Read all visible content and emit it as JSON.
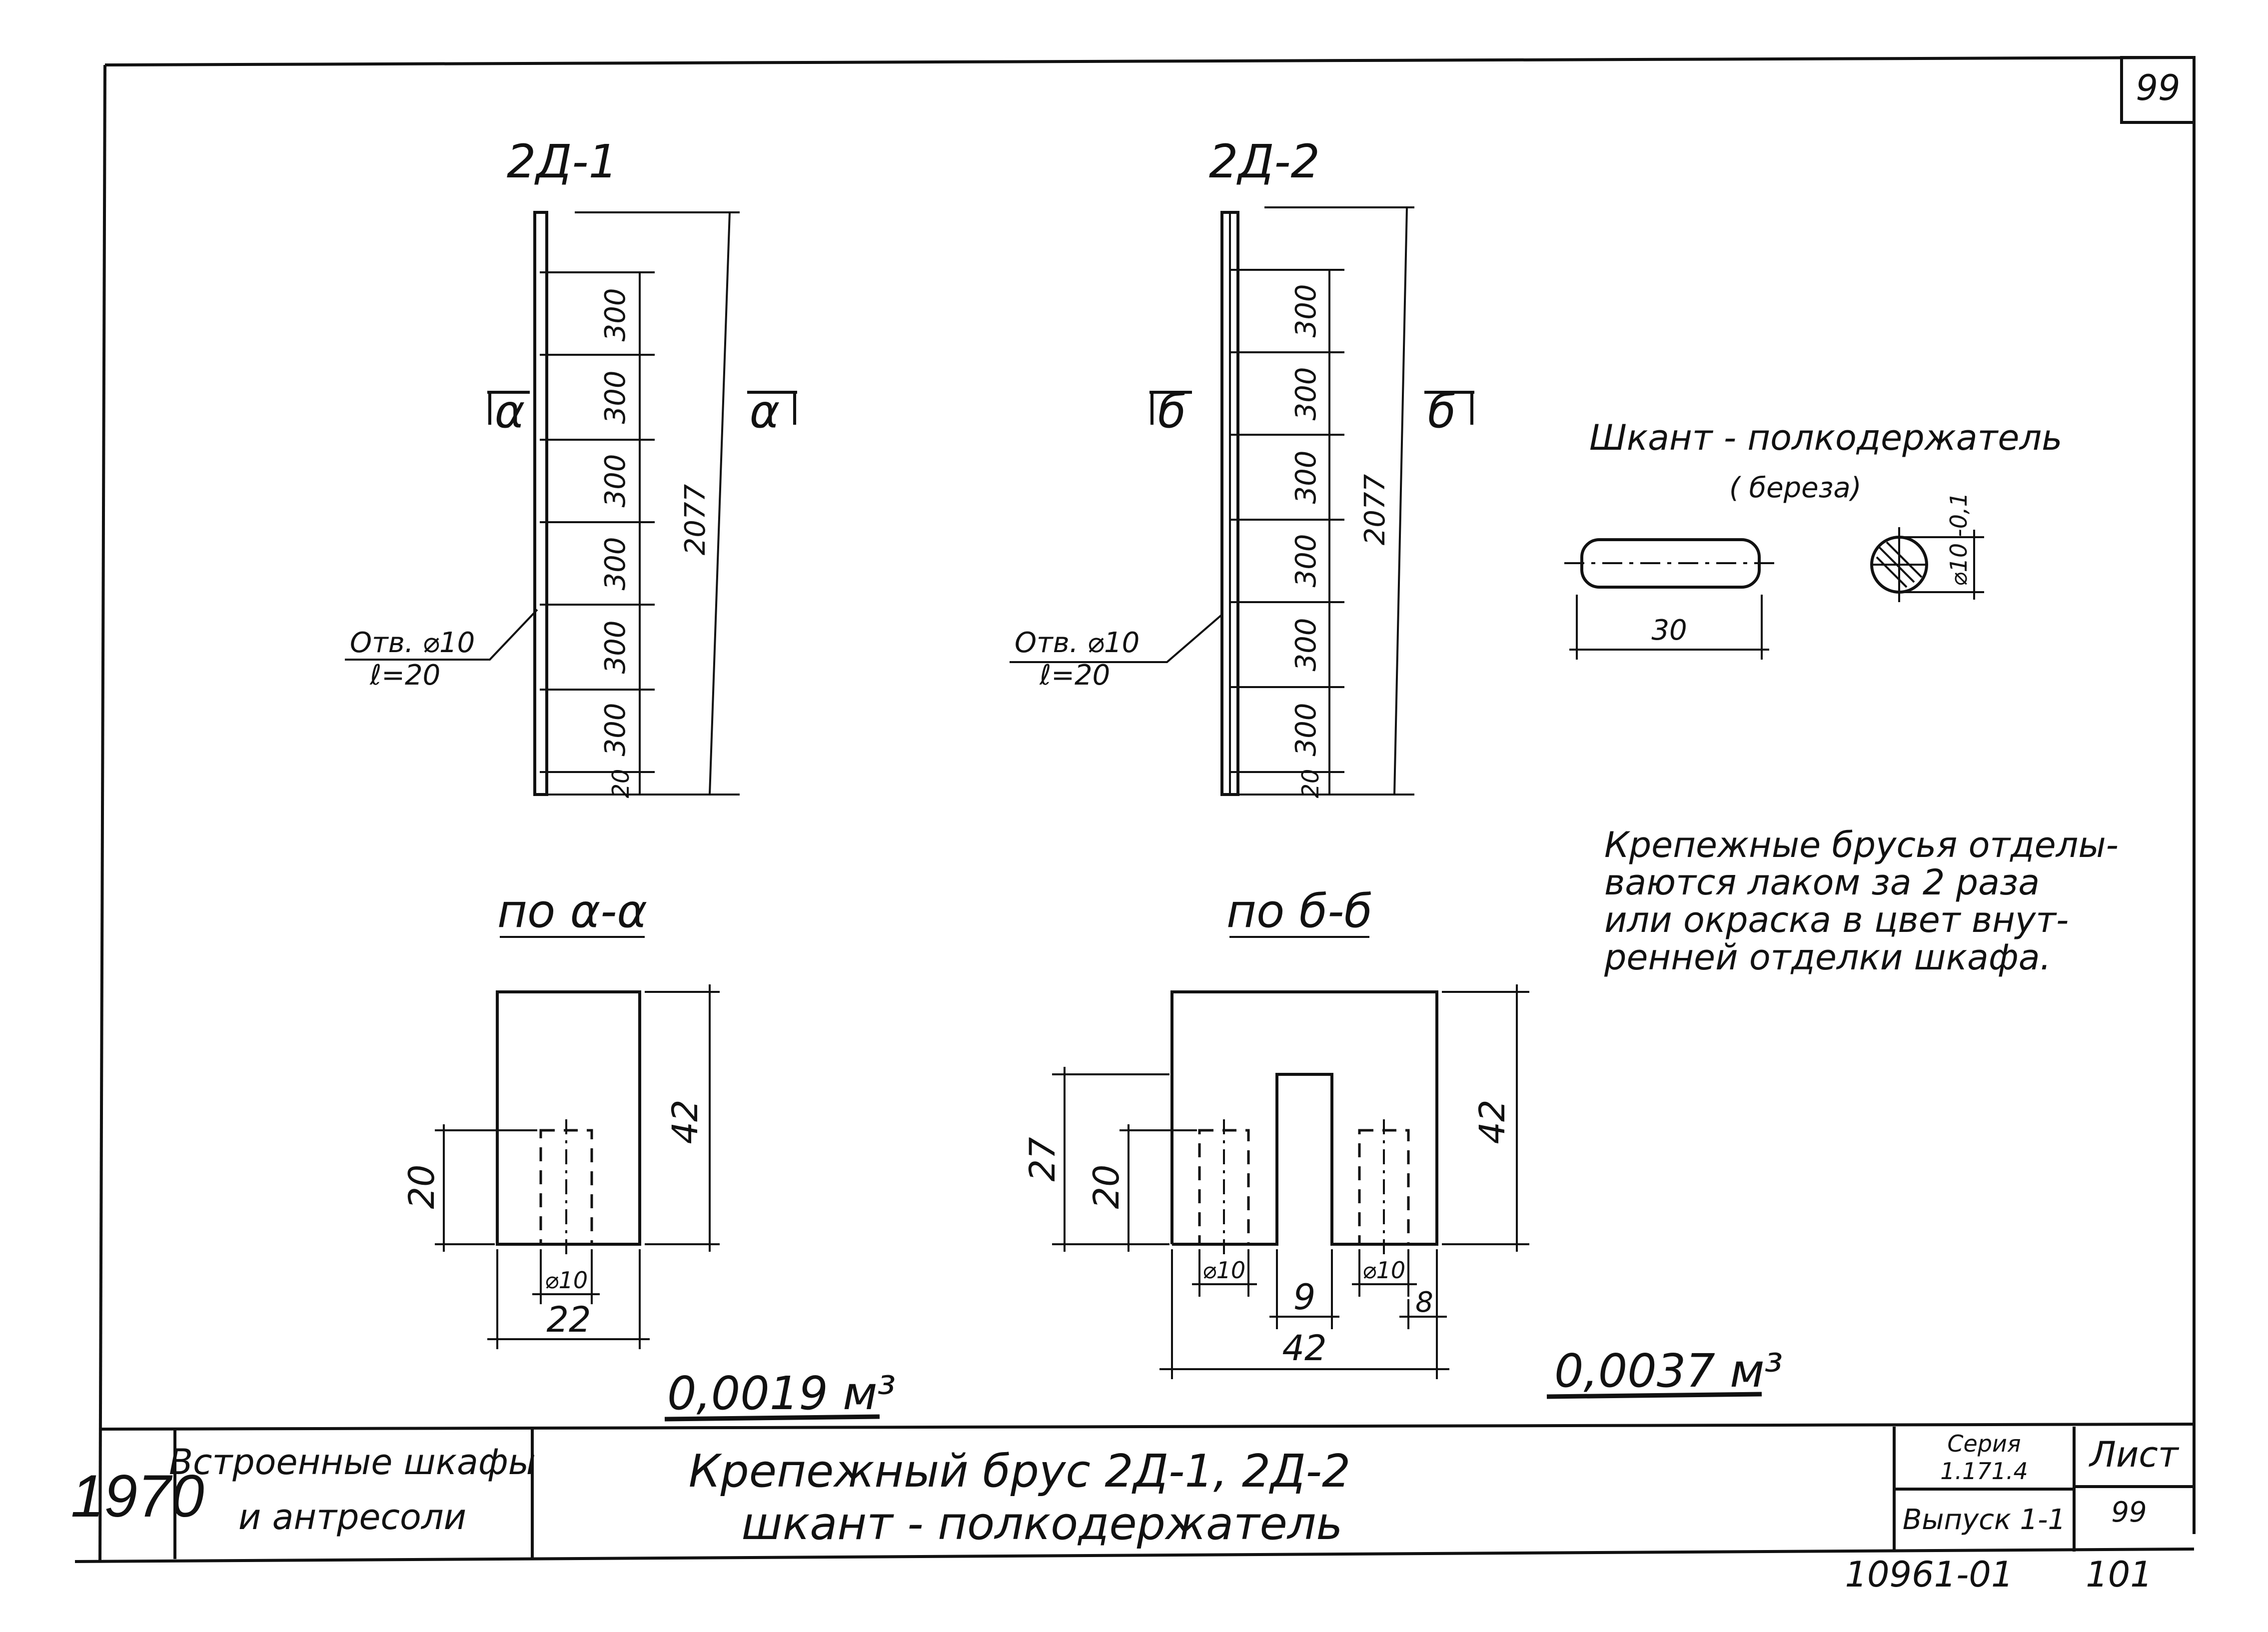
{
  "page_number": "99",
  "part1": {
    "label": "2Д-1",
    "section_mark": "α",
    "total_length": "2077",
    "pitches": [
      "300",
      "300",
      "300",
      "300",
      "300",
      "300"
    ],
    "end_dim": "20",
    "hole_note_line1": "Отв. ⌀10",
    "hole_note_line2": "ℓ=20"
  },
  "part2": {
    "label": "2Д-2",
    "section_mark": "б",
    "total_length": "2077",
    "pitches": [
      "300",
      "300",
      "300",
      "300",
      "300",
      "300"
    ],
    "end_dim": "20",
    "hole_note_line1": "Отв. ⌀10",
    "hole_note_line2": "ℓ=20"
  },
  "dowel": {
    "title": "Шкант - полкодержатель",
    "material": "( береза)",
    "length": "30",
    "diameter": "⌀10",
    "tolerance": "-0,1"
  },
  "note": {
    "lines": [
      "Крепежные брусья отделы-",
      "ваются лаком за 2 раза",
      "или окраска в цвет внут-",
      "ренней отделки шкафа."
    ]
  },
  "section_a": {
    "title": "по α-α",
    "height": "42",
    "hole_depth": "20",
    "hole_dia": "⌀10",
    "width": "22",
    "volume": "0,0019 м³"
  },
  "section_b": {
    "title": "по б-б",
    "height": "42",
    "slot_depth": "27",
    "hole_depth": "20",
    "hole_dia_left": "⌀10",
    "hole_dia_right": "⌀10",
    "slot_width": "9",
    "edge_dim": "8",
    "width": "42",
    "volume": "0,0037 м³"
  },
  "title_block": {
    "year": "1970",
    "subject_line1": "Встроенные шкафы",
    "subject_line2": "и антресоли",
    "title_line1": "Крепежный брус 2Д-1, 2Д-2",
    "title_line2": "шкант - полкодержатель",
    "series_label": "Серия",
    "series_value": "1.171.4",
    "issue_label": "Выпуск 1-1",
    "sheet_label": "Лист",
    "sheet_value": "99",
    "doc_number": "10961-01",
    "doc_page": "101"
  }
}
